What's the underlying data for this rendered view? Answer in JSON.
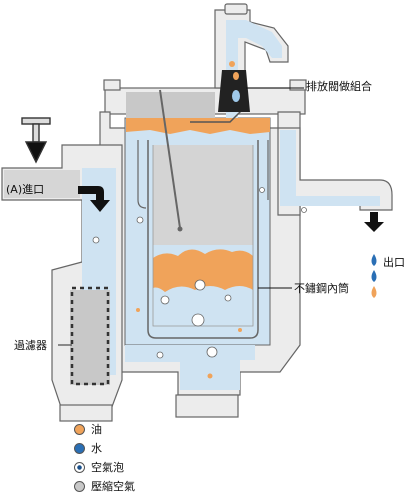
{
  "labels": {
    "drain_valve_assembly": "排放閥做組合",
    "inlet": "(A)進口",
    "outlet": "出口",
    "stainless_cylinder": "不鏽鋼內筒",
    "filter": "過濾器"
  },
  "legend": [
    {
      "label": "油",
      "color": "#f0a35a",
      "icon": "filled-dot"
    },
    {
      "label": "水",
      "color": "#2a6fb5",
      "icon": "filled-dot"
    },
    {
      "label": "空氣泡",
      "color": "#1a4f8a",
      "icon": "ring-dot"
    },
    {
      "label": "壓縮空氣",
      "color": "#c8c8c8",
      "icon": "gray-dot"
    }
  ],
  "colors": {
    "body": "#ececec",
    "water": "#cfe3f2",
    "oil": "#f0a35a",
    "air": "#c8c8c8",
    "outline": "#666666",
    "drain_blue": "#2a6fb5"
  }
}
